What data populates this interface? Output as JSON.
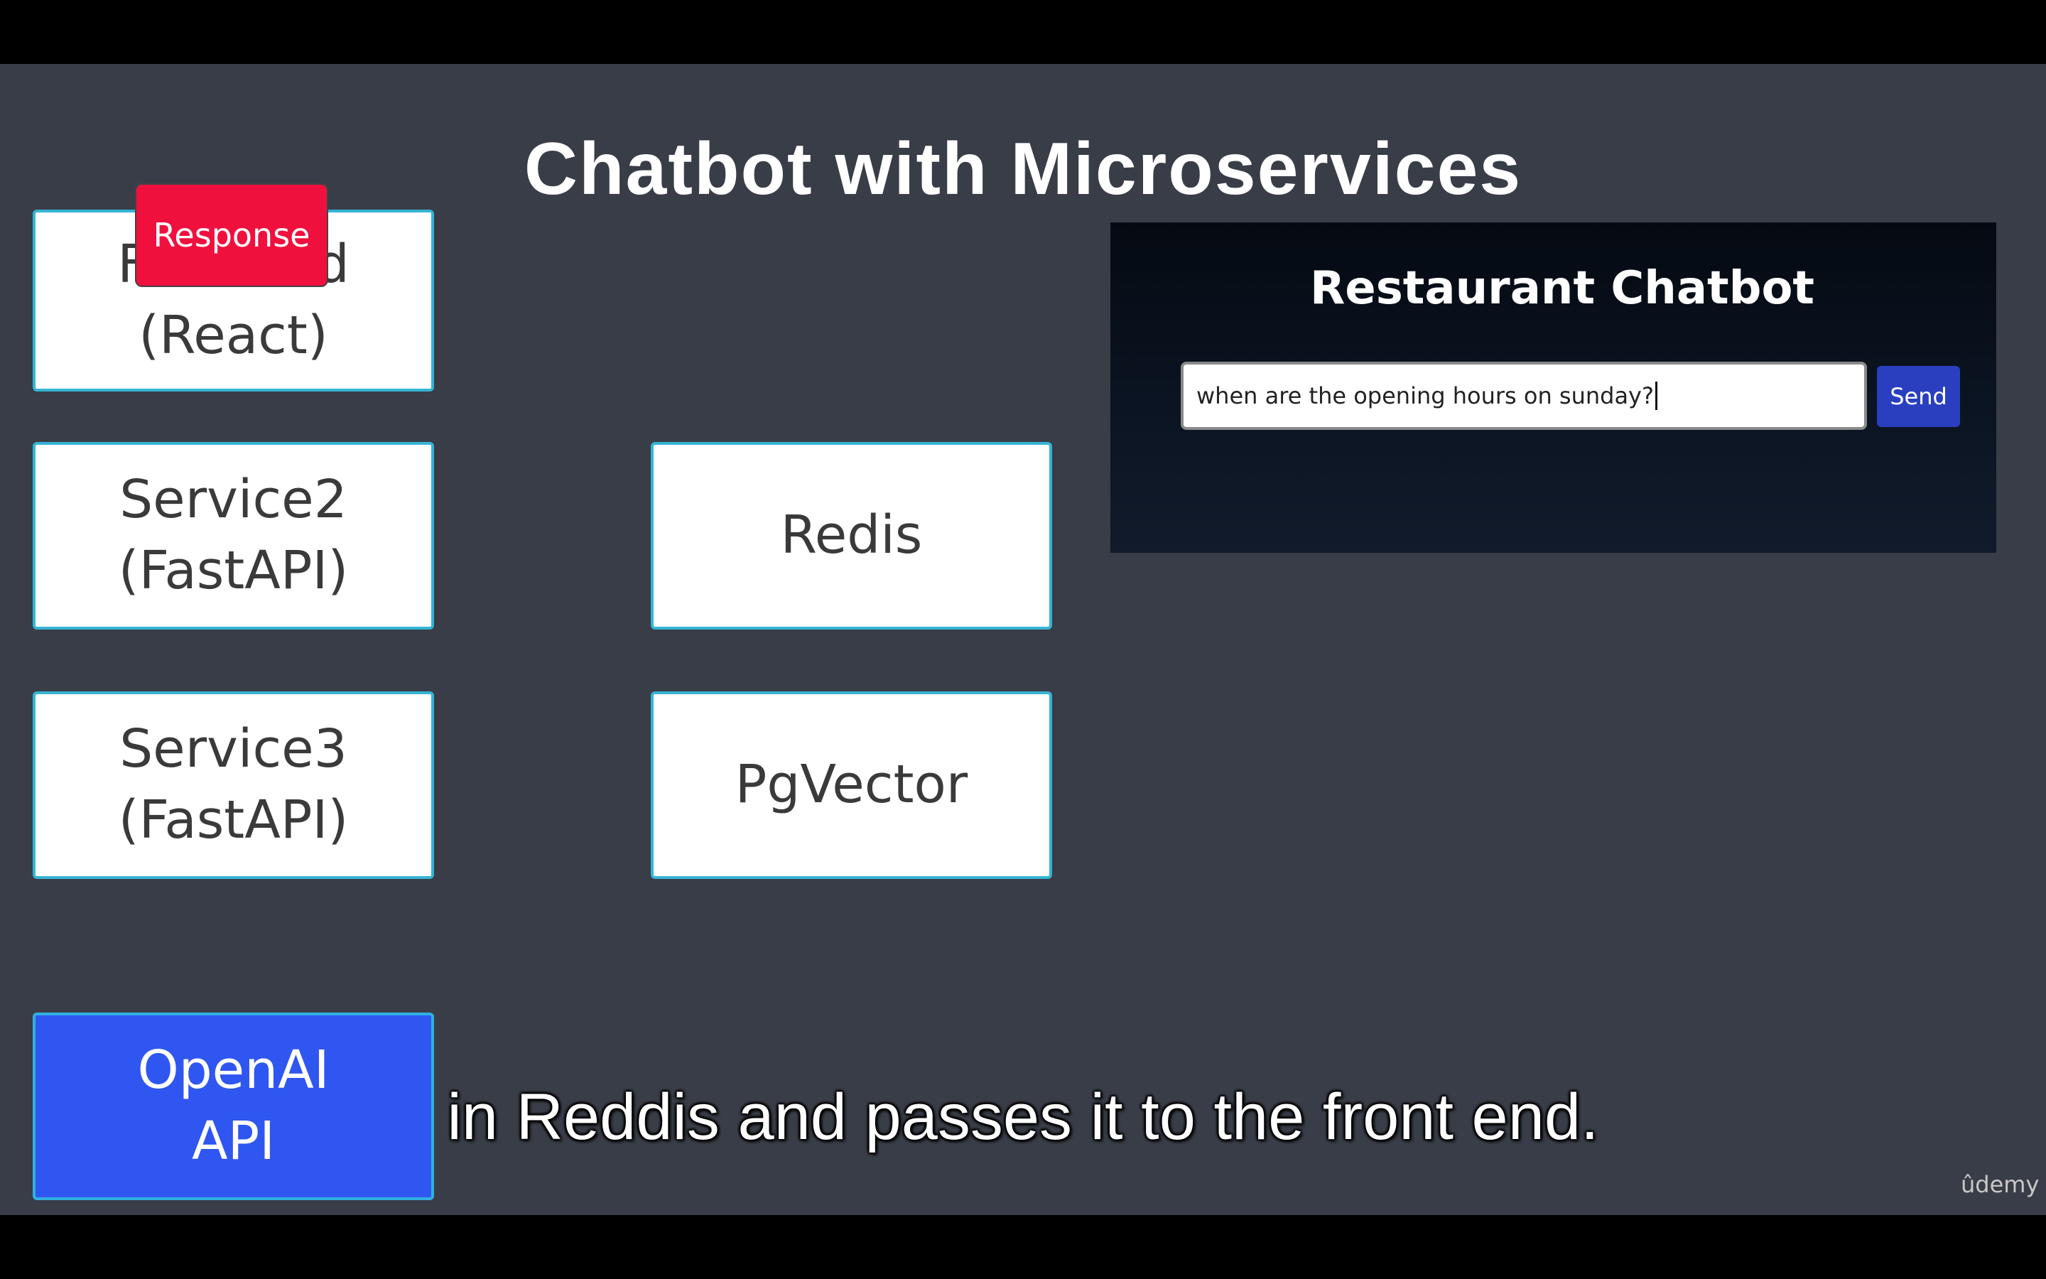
{
  "slide": {
    "title": "Chatbot with Microservices"
  },
  "boxes": {
    "frontend": {
      "label": "Frontend\n(React)"
    },
    "service2": {
      "label": "Service2\n(FastAPI)"
    },
    "service3": {
      "label": "Service3\n(FastAPI)"
    },
    "redis": {
      "label": "Redis"
    },
    "pgvector": {
      "label": "PgVector"
    },
    "openai": {
      "label": "OpenAI\nAPI"
    }
  },
  "animation": {
    "response_label": "Response"
  },
  "chat_app": {
    "title": "Restaurant Chatbot",
    "input_value": "when are the opening hours on sunday?",
    "send_label": "Send"
  },
  "video": {
    "subtitle": "in Reddis and passes it to the front end.",
    "watermark": "ûdemy"
  },
  "colors": {
    "background": "#393d47",
    "box_border": "#35b4d4",
    "openai_box": "#2f56f0",
    "response_chip": "#f0103d",
    "send_button": "#2a3fbf"
  }
}
